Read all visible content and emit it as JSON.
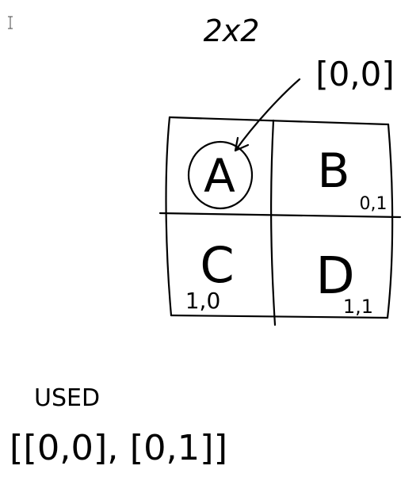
{
  "title": "2x2",
  "pointer_label": "[0,0]",
  "cursor_icon": "text-cursor-icon",
  "grid": {
    "cells": [
      {
        "letter": "A",
        "coord": "",
        "circled": true
      },
      {
        "letter": "B",
        "coord": "0,1",
        "circled": false
      },
      {
        "letter": "C",
        "coord": "1,0",
        "circled": false
      },
      {
        "letter": "D",
        "coord": "1,1",
        "circled": false
      }
    ]
  },
  "used": {
    "heading": "USED",
    "list": "[[0,0], [0,1]]"
  }
}
